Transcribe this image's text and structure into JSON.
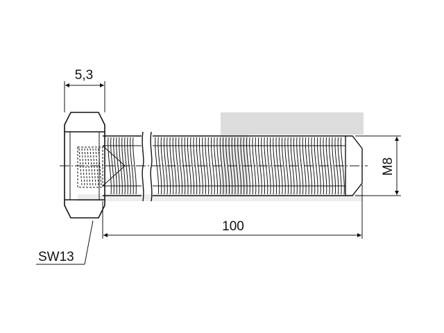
{
  "drawing": {
    "dimensions": {
      "head_height": "5,3",
      "length": "100",
      "thread": "M8",
      "wrench_size": "SW13"
    },
    "colors": {
      "line": "#111111",
      "watermark": "#dcdcdc",
      "background": "#ffffff"
    }
  }
}
